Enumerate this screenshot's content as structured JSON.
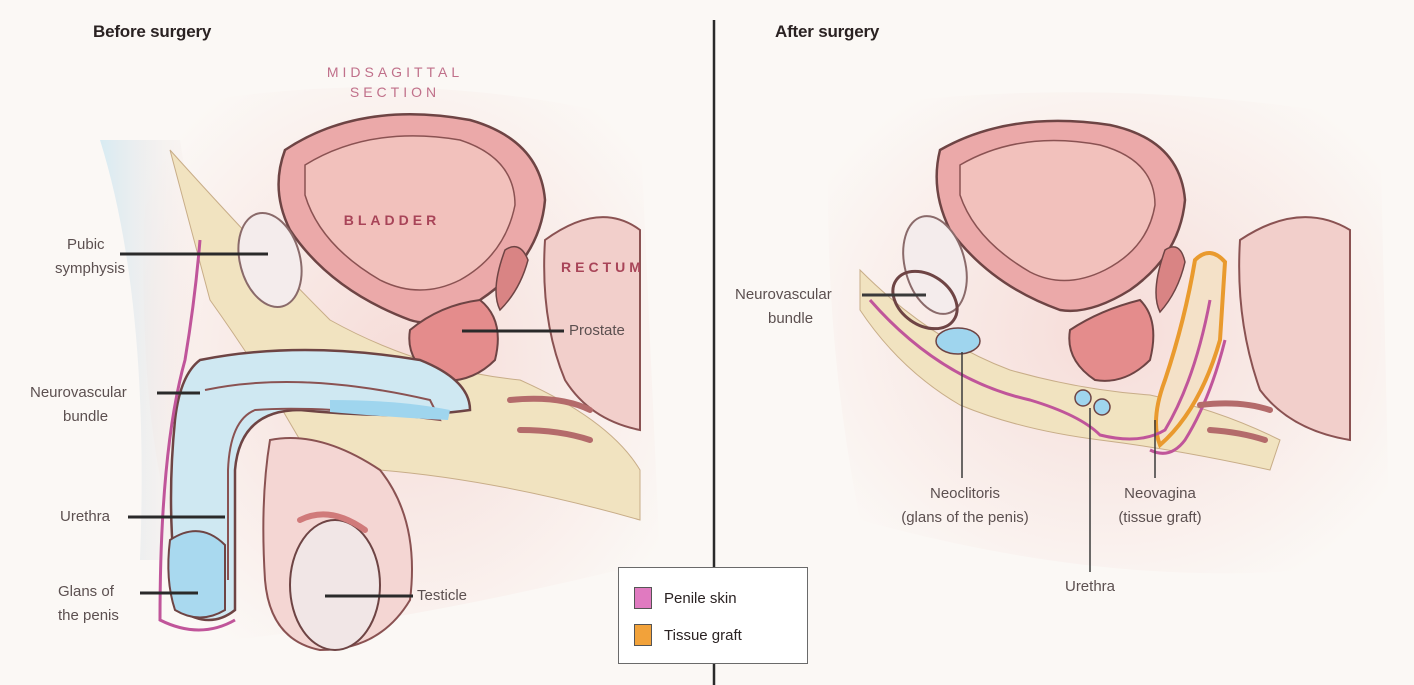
{
  "panels": {
    "before": {
      "title": "Before surgery"
    },
    "after": {
      "title": "After surgery"
    }
  },
  "section_label": {
    "line1": "MIDSAGITTAL",
    "line2": "SECTION"
  },
  "organs": {
    "bladder": "BLADDER",
    "rectum": "RECTUM"
  },
  "before_callouts": {
    "pubic_symphysis": [
      "Pubic",
      "symphysis"
    ],
    "neurovascular_bundle": [
      "Neurovascular",
      "bundle"
    ],
    "urethra": "Urethra",
    "glans": [
      "Glans of",
      "the penis"
    ],
    "prostate": "Prostate",
    "testicle": "Testicle"
  },
  "after_callouts": {
    "neurovascular_bundle": [
      "Neurovascular",
      "bundle"
    ],
    "neoclitoris": [
      "Neoclitoris",
      "(glans of the penis)"
    ],
    "neovagina": [
      "Neovagina",
      "(tissue graft)"
    ],
    "urethra": "Urethra"
  },
  "legend": {
    "items": [
      {
        "label": "Penile skin",
        "color": "#e07ac0"
      },
      {
        "label": "Tissue graft",
        "color": "#f2a23a"
      }
    ]
  },
  "colors": {
    "skin": "#f3d4d2",
    "fat": "#f1e3c0",
    "organ_fill": "#eba9a9",
    "organ_stroke": "#6e4444",
    "urethra_blue": "#b9e0f0",
    "penile_skin": "#c0559a",
    "graft": "#e99a2e",
    "divider": "#2a2a2a"
  }
}
